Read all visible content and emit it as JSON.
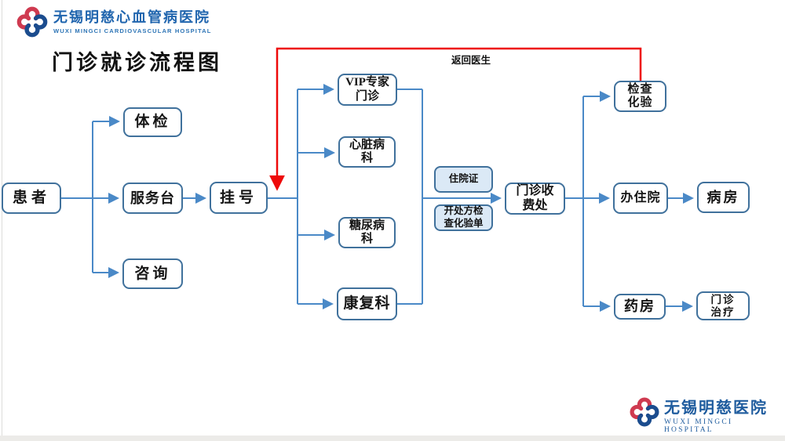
{
  "header": {
    "hospital_name": "无锡明慈心血管病医院",
    "hospital_name_en": "WUXI MINGCI CARDIOVASCULAR HOSPITAL",
    "title": "门诊就诊流程图"
  },
  "footer": {
    "hospital_name": "无锡明慈医院",
    "hospital_name_en": "WUXI MINGCI HOSPITAL"
  },
  "flowchart": {
    "nodes": {
      "patient": {
        "label": "患者"
      },
      "physical_exam": {
        "label": "体检"
      },
      "service_desk": {
        "label": "服务台"
      },
      "consultation": {
        "label": "咨询"
      },
      "registration": {
        "label": "挂号"
      },
      "vip_clinic": {
        "line1": "VIP专家",
        "line2": "门诊"
      },
      "cardiology": {
        "line1": "心脏病",
        "line2": "科"
      },
      "diabetes": {
        "line1": "糖尿病",
        "line2": "科"
      },
      "rehabilitation": {
        "label": "康复科"
      },
      "cashier": {
        "line1": "门诊收",
        "line2": "费处"
      },
      "lab_test": {
        "line1": "检查",
        "line2": "化验"
      },
      "admission": {
        "label": "办住院"
      },
      "ward": {
        "label": "病房"
      },
      "pharmacy": {
        "label": "药房"
      },
      "treatment": {
        "line1": "门诊",
        "line2": "治疗"
      }
    },
    "annotations": {
      "return_to_doctor": "返回医生",
      "hospitalization_cert": "住院证",
      "prescription_line1": "开处方检",
      "prescription_line2": "查化验单"
    },
    "colors": {
      "connector_blue": "#4a89c7",
      "node_border": "#40719c",
      "annotation_fill": "#dbe9f6",
      "feedback_red": "#ee0a0a",
      "brand_blue": "#2065ae",
      "logo_red": "#cf3a50",
      "logo_blue": "#1b4c8e"
    }
  }
}
